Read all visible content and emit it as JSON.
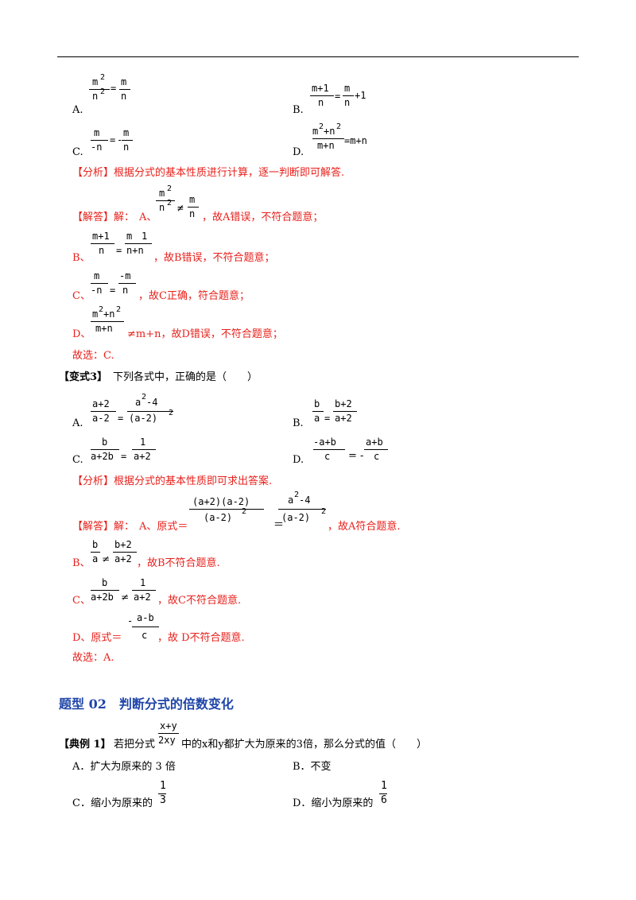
{
  "header_rule": true,
  "q_prev": {
    "A": {
      "label": "A.",
      "n1": "m",
      "d1": "n",
      "s": "2",
      "eq": "=",
      "n2": "m",
      "d2": "n"
    },
    "B": {
      "label": "B.",
      "n1": "m+1",
      "d1": "n",
      "eq": "=",
      "n2": "m",
      "d2": "n",
      "tail": "+1"
    },
    "C": {
      "label": "C.",
      "n1": "m",
      "d1": "-n",
      "eq": "=",
      "minus": "-",
      "n2": "m",
      "d2": "n"
    },
    "D": {
      "label": "D.",
      "n1a": "m",
      "n1b": "+n",
      "d1": "m+n",
      "s": "2",
      "eq": "=m+n"
    }
  },
  "sol_prev": {
    "analysis": "【分析】根据分式的基本性质进行计算，逐一判断即可解答.",
    "answer_head": "【解答】解：",
    "A_text": "A、",
    "A_tail": "，故A错误，不符合题意；",
    "B_text": "B、",
    "B_tail": "，故B错误，不符合题意；",
    "C_text": "C、",
    "C_tail": "，故C正确，符合题意；",
    "D_text": "D、",
    "D_tail": "≠m+n，故D错误，不符合题意；",
    "choice": "故选：C."
  },
  "variant3": {
    "heading": "【变式3】",
    "question": "下列各式中，正确的是（　　）",
    "A": {
      "label": "A.",
      "n1": "a+2",
      "d1": "a-2",
      "eq": "=",
      "n2": "a",
      "n2b": "-4",
      "d2": "(a-2)",
      "s": "2"
    },
    "B": {
      "label": "B.",
      "n1": "b",
      "d1": "a",
      "eq": "=",
      "n2": "b+2",
      "d2": "a+2"
    },
    "C": {
      "label": "C.",
      "n1": "b",
      "d1": "a+2b",
      "eq": "=",
      "n2": "1",
      "d2": "a+2"
    },
    "D": {
      "label": "D.",
      "n1": "-a+b",
      "d1": "c",
      "eq": "= -",
      "n2": "a+b",
      "d2": "c"
    }
  },
  "sol_v3": {
    "analysis": "【分析】根据分式的基本性质即可求出答案.",
    "answer_head": "【解答】解：",
    "A_text": "A、原式＝",
    "A_n1": "(a+2)(a-2)",
    "A_d1": "(a-2)",
    "A_n2": "a",
    "A_n2b": "-4",
    "A_d2": "(a-2)",
    "A_tail": "，故A符合题意.",
    "B_text": "B、",
    "B_tail": "，故B不符合题意.",
    "C_text": "C、",
    "C_tail": "，故C不符合题意.",
    "D_text": "D、原式＝",
    "D_n": "a-b",
    "D_d": "c",
    "D_tail": "，故 D不符合题意.",
    "choice": "故选：A."
  },
  "section": {
    "title": "题型 02　判断分式的倍数变化"
  },
  "example1": {
    "heading": "【典例 1】",
    "pre": "若把分式",
    "n": "x+y",
    "d": "2xy",
    "post": "中的x和y都扩大为原来的3倍，那么分式的值（　　）",
    "A": "A．扩大为原来的 3 倍",
    "B": "B．不变",
    "C": "C．缩小为原来的",
    "D": "D．缩小为原来的",
    "C_n": "1",
    "C_d": "3",
    "D_n": "1",
    "D_d": "6"
  }
}
